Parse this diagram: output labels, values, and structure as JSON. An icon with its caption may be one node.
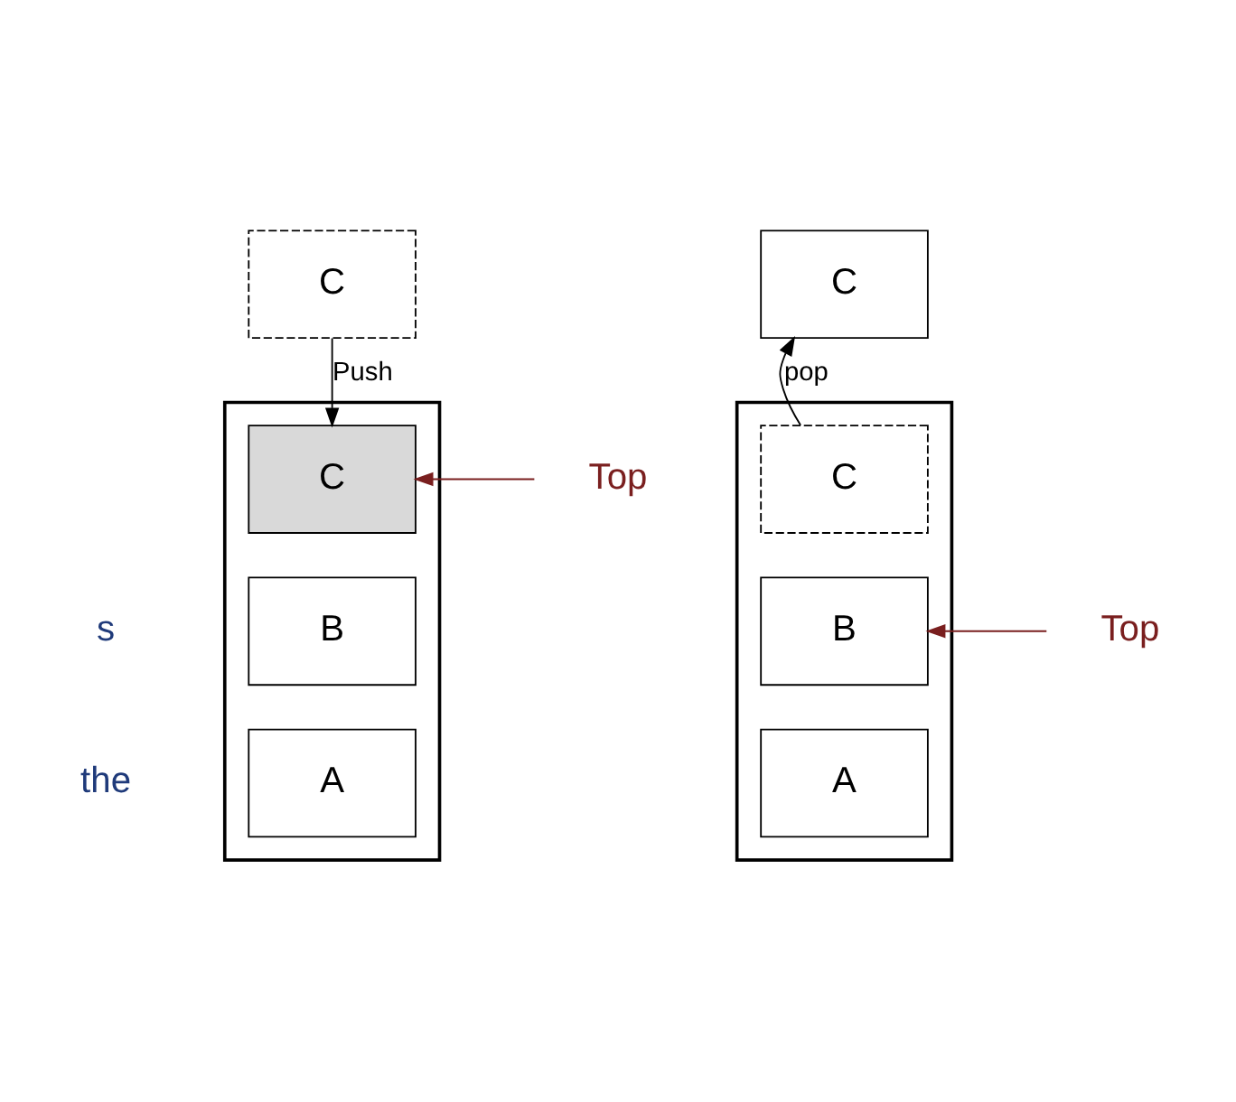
{
  "diagram": {
    "nodes": [
      {
        "text": [
          "C"
        ]
      },
      {
        "text": [],
        "shape": "box"
      },
      {
        "text": [
          "C"
        ],
        "in": 1
      },
      {
        "text": [
          "B"
        ],
        "in": 1
      },
      {
        "text": [
          "A"
        ],
        "in": 1
      },
      {
        "text": [
          "Top"
        ]
      },
      {
        "text": [],
        "shape": "box"
      },
      {
        "text": [
          "C"
        ],
        "in": 6
      },
      {
        "text": [
          "B"
        ],
        "in": 6
      },
      {
        "text": [
          "A"
        ],
        "in": 6
      },
      {
        "text": [
          "C"
        ]
      },
      {
        "text": [
          "Top"
        ]
      }
    ],
    "edges": [
      {
        "from": 0,
        "to": 2,
        "arrow": "to",
        "label": "Push"
      },
      {
        "from": 5,
        "to": 2,
        "arrow": "to",
        "color": "#7a1f1f"
      },
      {
        "from": 7,
        "to": 10,
        "arrow": "to",
        "label": "pop"
      },
      {
        "from": 11,
        "to": 8,
        "arrow": "to",
        "color": "#7a1f1f"
      }
    ],
    "labels": [
      "s",
      "the"
    ]
  }
}
